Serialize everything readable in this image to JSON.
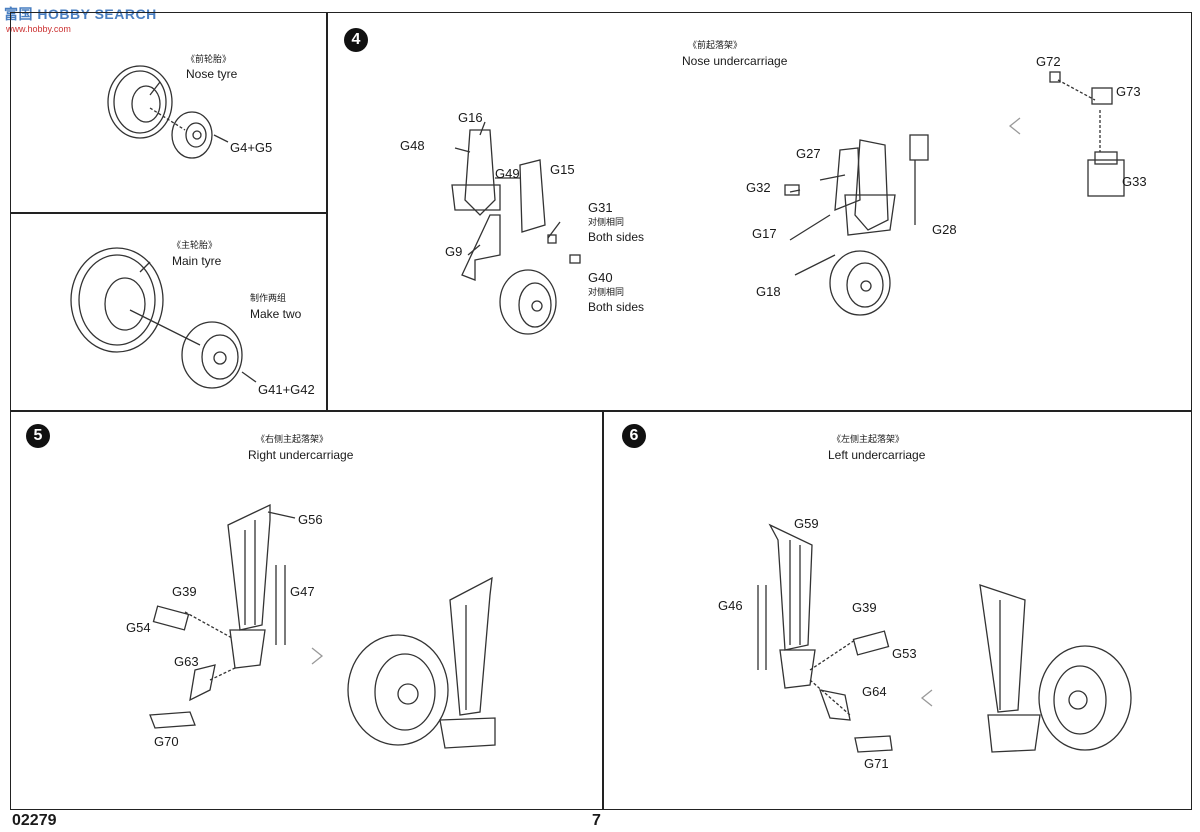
{
  "watermark": {
    "brand": "富国 HOBBY SEARCH",
    "url": "www.hobby.com"
  },
  "panels": {
    "nose_tyre": {
      "cn": "《前轮胎》",
      "en": "Nose tyre",
      "part": "G4+G5"
    },
    "main_tyre": {
      "cn": "《主轮胎》",
      "en": "Main tyre",
      "note_cn": "制作两组",
      "note_en": "Make two",
      "part": "G41+G42"
    },
    "step4": {
      "number": "4",
      "cn": "《前起落架》",
      "en": "Nose undercarriage",
      "parts": [
        "G16",
        "G48",
        "G49",
        "G15",
        "G31",
        "G9",
        "G40",
        "G27",
        "G32",
        "G17",
        "G18",
        "G28",
        "G72",
        "G73",
        "G33"
      ],
      "both_cn": "对侧相同",
      "both_en": "Both sides"
    },
    "step5": {
      "number": "5",
      "cn": "《右侧主起落架》",
      "en": "Right undercarriage",
      "parts": [
        "G56",
        "G39",
        "G47",
        "G54",
        "G63",
        "G70"
      ]
    },
    "step6": {
      "number": "6",
      "cn": "《左侧主起落架》",
      "en": "Left undercarriage",
      "parts": [
        "G59",
        "G46",
        "G39",
        "G53",
        "G64",
        "G71"
      ]
    }
  },
  "footer": {
    "code": "02279",
    "page": "7"
  }
}
